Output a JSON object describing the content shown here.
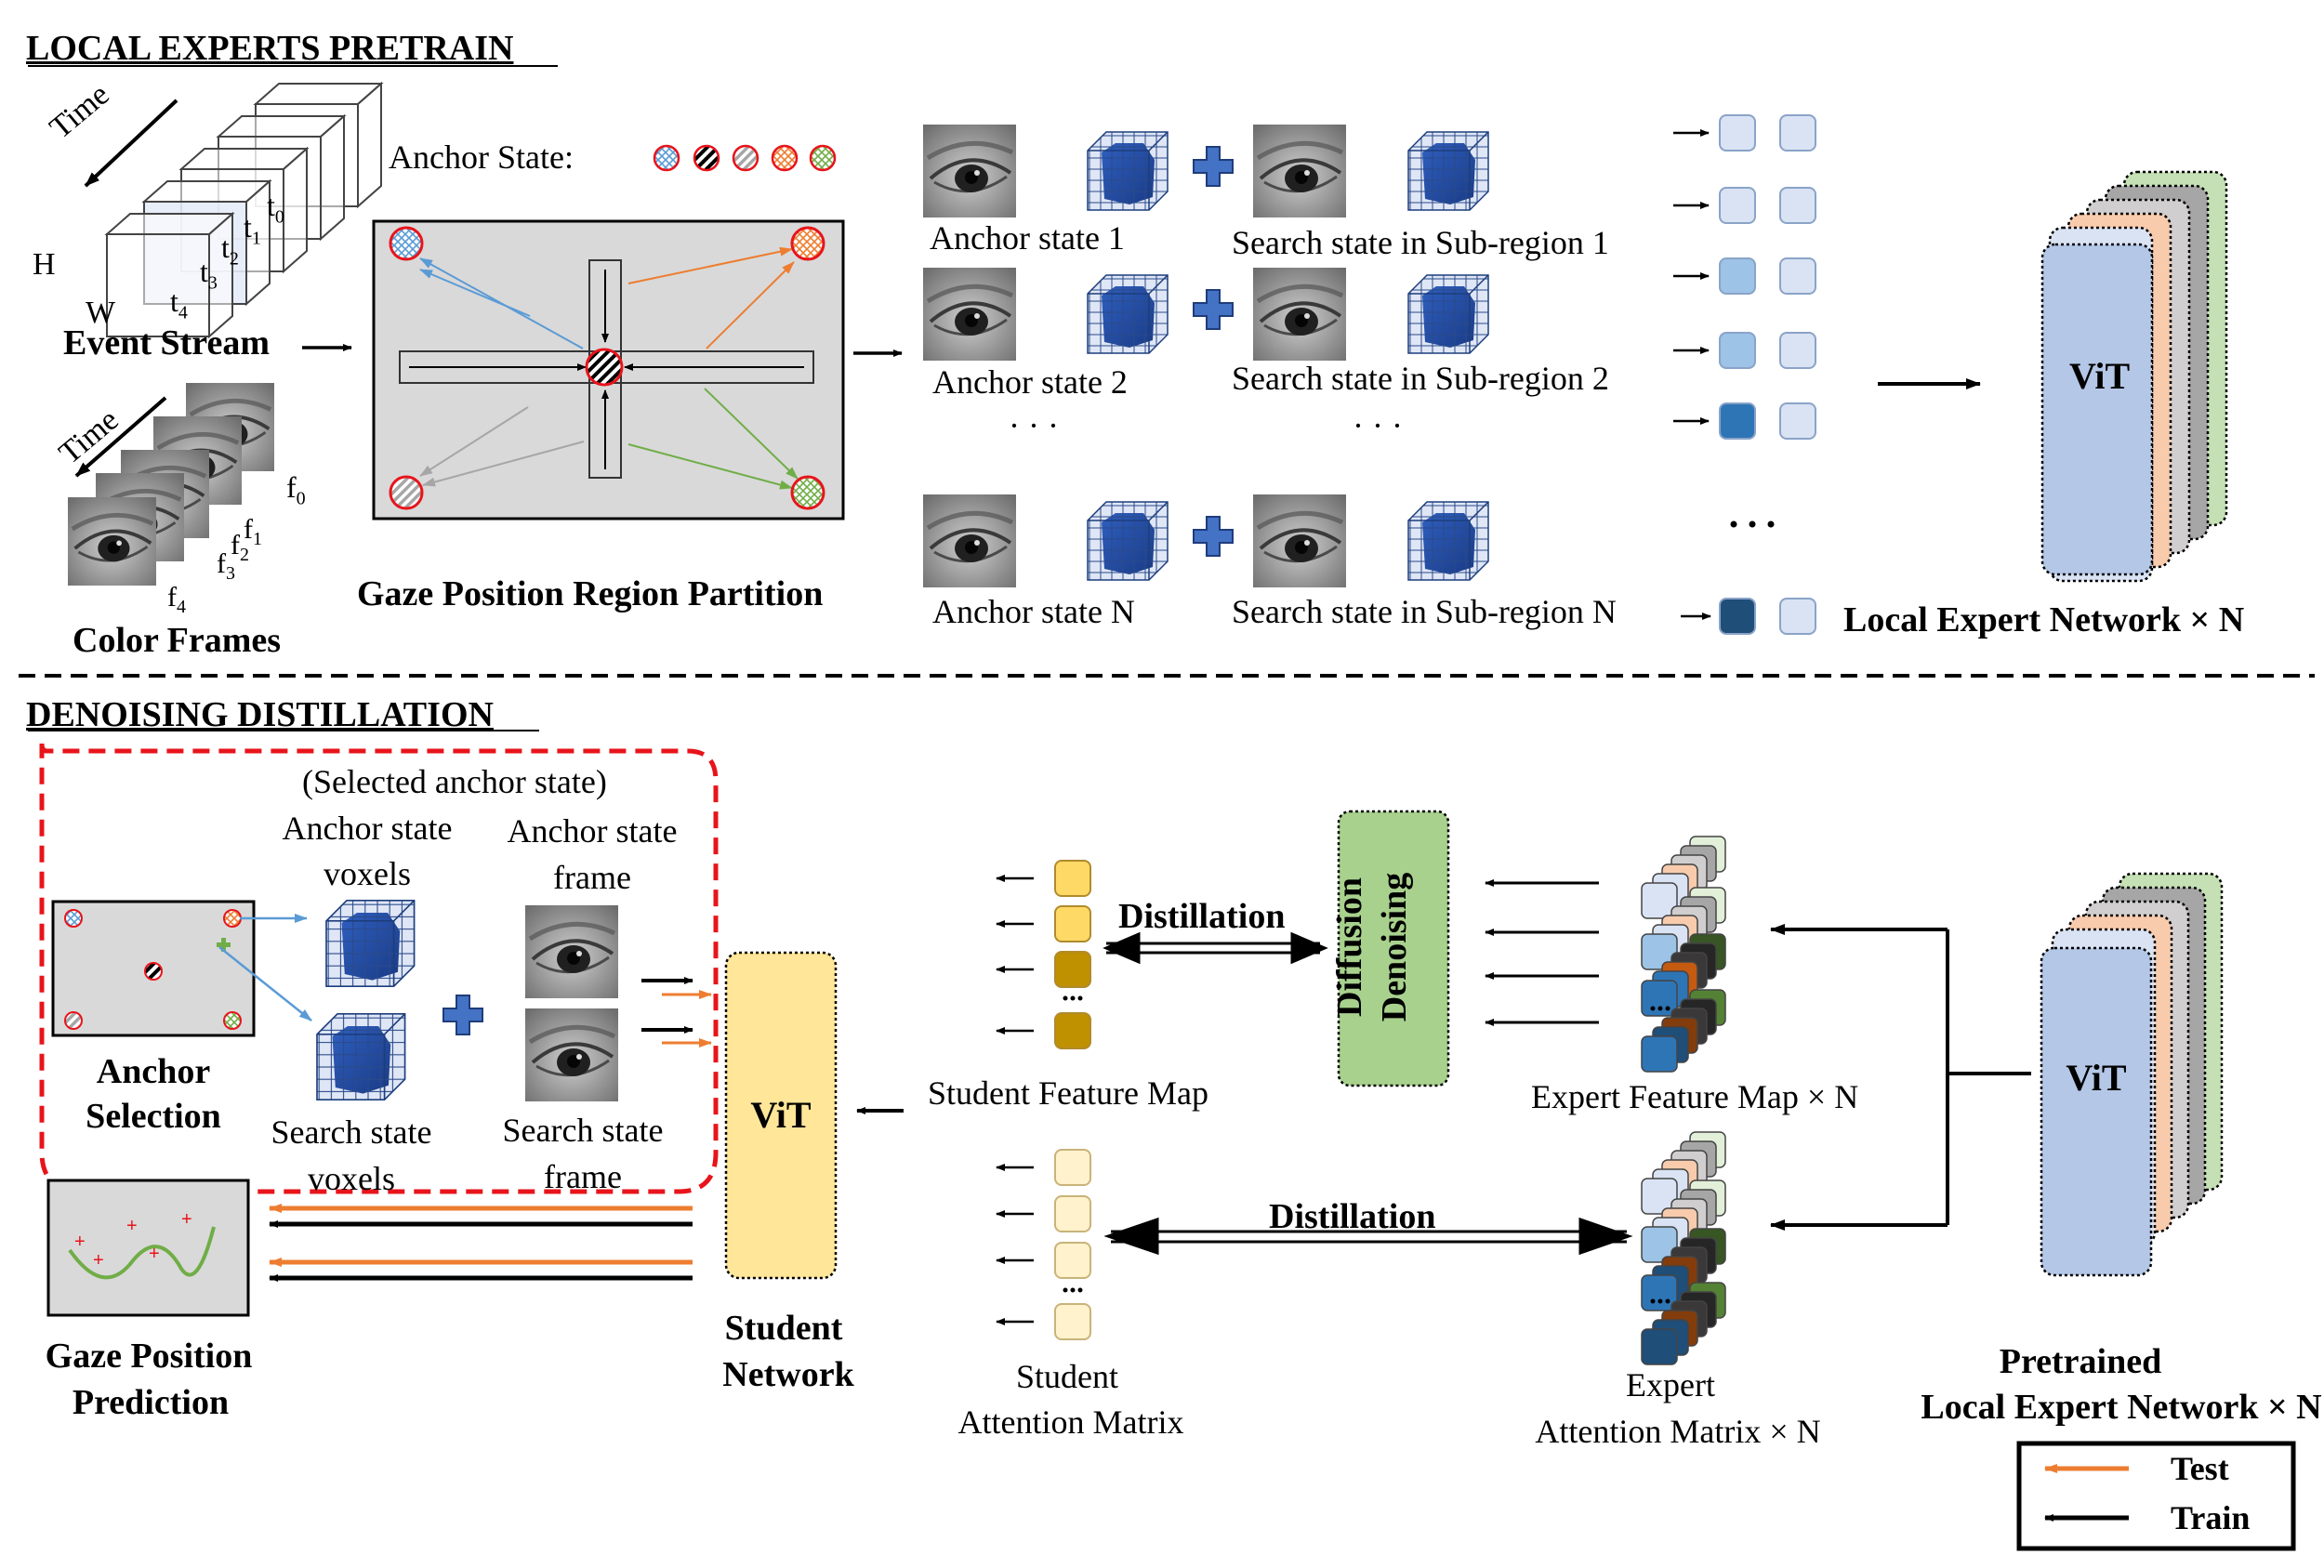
{
  "sections": {
    "pretrain_title": "LOCAL EXPERTS PRETRAIN",
    "distill_title": "DENOISING DISTILLATION"
  },
  "pretrain": {
    "time_label": "Time",
    "h_label": "H",
    "w_label": "W",
    "event_stream_label": "Event Stream",
    "color_frames_label": "Color Frames",
    "anchor_state_label": "Anchor State:",
    "region_partition_label": "Gaze Position Region Partition",
    "rows": [
      {
        "anchor": "Anchor state 1",
        "search": "Search state in Sub-region 1"
      },
      {
        "anchor": "Anchor state 2",
        "search": "Search state in Sub-region 2"
      },
      {
        "anchor": "Anchor state N",
        "search": "Search state in Sub-region N"
      }
    ],
    "ellipsis": "· · ·",
    "vit_label": "ViT",
    "expert_network_label": "Local Expert Network × N"
  },
  "distill": {
    "selected_anchor_label": "(Selected anchor state)",
    "anchor_voxels_label": [
      "Anchor state",
      "voxels"
    ],
    "anchor_frame_label": [
      "Anchor state",
      "frame"
    ],
    "search_voxels_label": [
      "Search state",
      "voxels"
    ],
    "search_frame_label": [
      "Search state",
      "frame"
    ],
    "anchor_selection_label": [
      "Anchor",
      "Selection"
    ],
    "student_vit_label": "ViT",
    "student_network_label": [
      "Student",
      "Network"
    ],
    "gaze_prediction_label": [
      "Gaze Position",
      "Prediction"
    ],
    "student_feature_map_label": "Student Feature Map",
    "student_attention_label": [
      "Student",
      "Attention Matrix"
    ],
    "distillation_label": "Distillation",
    "diffusion_label": [
      "Diffusion",
      "Denoising"
    ],
    "expert_feature_map_label": "Expert Feature Map ×  N",
    "expert_attention_label": [
      "Expert",
      "Attention Matrix × N"
    ],
    "pretrained_vit_label": "ViT",
    "pretrained_label": [
      "Pretrained",
      "Local Expert Network × N"
    ]
  },
  "legend": {
    "test_label": "Test",
    "train_label": "Train"
  },
  "colors": {
    "test_arrow": "#ed7d31",
    "train_arrow": "#000000",
    "vit_blue": "#b4c7e7",
    "student_yellow": "#ffe699",
    "diffusion_green": "#a9d18e",
    "anchor_blue": "#5b9bd5",
    "red_dash": "#e8141b"
  }
}
